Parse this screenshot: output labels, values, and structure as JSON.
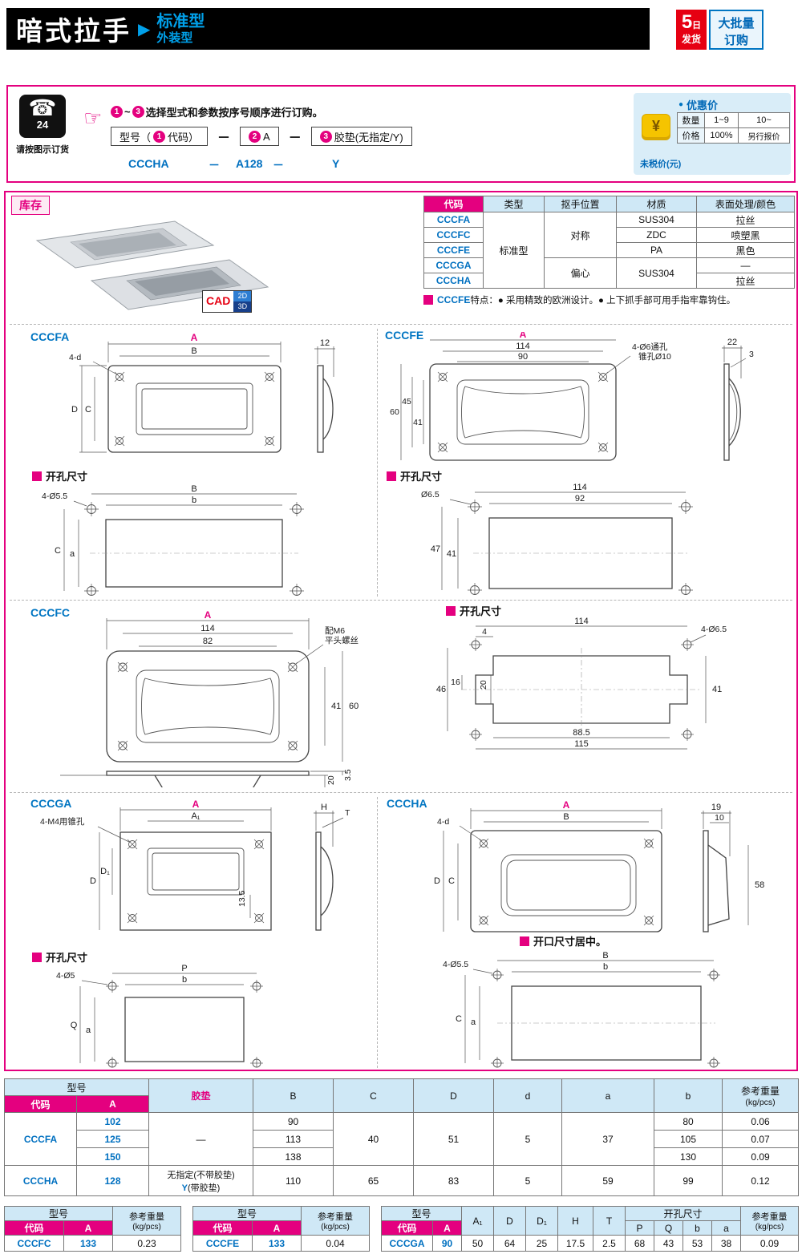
{
  "header": {
    "title": "暗式拉手",
    "arrow": "▶",
    "subtitle1": "标准型",
    "subtitle2": "外装型",
    "ship_num": "5",
    "ship_day": "日",
    "ship_text": "发货",
    "bulk_line1": "大批量",
    "bulk_line2": "订购"
  },
  "order": {
    "phone_glyph": "☎",
    "phone_24": "24",
    "phone_caption": "请按图示订货",
    "hand": "☞",
    "step_from": "1",
    "step_tilde": "~",
    "step_to": "3",
    "instruction": "选择型式和参数按序号顺序进行订购。",
    "fmt": {
      "model_pre": "型号（",
      "n1": "1",
      "model_post": "代码）",
      "dash1": "－",
      "n2": "2",
      "a_label": "A",
      "dash2": "－",
      "n3": "3",
      "pad_label": "胶垫(无指定/Y)"
    },
    "example": {
      "code": "CCCHA",
      "dash1": "－",
      "a": "A128",
      "dash2": "－",
      "pad": "Y"
    },
    "price": {
      "dot": "●",
      "title": "优惠价",
      "yen": "¥",
      "qty_label": "数量",
      "qty1": "1~9",
      "qty2": "10~",
      "price_label": "价格",
      "p1": "100%",
      "p2": "另行报价",
      "note": "未税价(元)"
    }
  },
  "stock": {
    "label": "库存",
    "cad": "CAD",
    "d2": "2D",
    "d3": "3D"
  },
  "spec": {
    "h_code": "代码",
    "h_type": "类型",
    "h_pos": "抠手位置",
    "h_mat": "材质",
    "h_finish": "表面处理/颜色",
    "code1": "CCCFA",
    "code2": "CCCFC",
    "code3": "CCCFE",
    "code4": "CCCGA",
    "code5": "CCCHA",
    "type": "标准型",
    "pos_sym": "对称",
    "pos_ecc": "偏心",
    "mat1": "SUS304",
    "mat2": "ZDC",
    "mat3": "PA",
    "mat4": "SUS304",
    "fin1": "拉丝",
    "fin2": "喷塑黑",
    "fin3": "黑色",
    "fin4": "—",
    "fin5": "拉丝",
    "note_code": "CCCFE",
    "note_text": "特点：● 采用精致的欧洲设计。● 上下抓手部可用手指牢靠钩住。"
  },
  "dw": {
    "hole_title": "开孔尺寸",
    "cccfa": {
      "title": "CCCFA",
      "A": "A",
      "B": "B",
      "d4": "4-d",
      "t": "12",
      "D": "D",
      "C": "C",
      "hB": "B",
      "hb": "b",
      "hd": "4-Ø5.5",
      "hC": "C",
      "ha": "a"
    },
    "cccfe": {
      "title": "CCCFE",
      "A": "A",
      "w114": "114",
      "w90": "90",
      "note1": "4-Ø6通孔",
      "note2": "锥孔Ø10",
      "t22": "22",
      "t3": "3",
      "v60": "60",
      "v45": "45",
      "v41": "41",
      "h114": "114",
      "h92": "92",
      "hd": "Ø6.5",
      "v47": "47",
      "hv41": "41"
    },
    "cccfc": {
      "title": "CCCFC",
      "A": "A",
      "w114": "114",
      "w82": "82",
      "screw1": "配M6",
      "screw2": "平头螺丝",
      "v41": "41",
      "v60": "60",
      "v20": "20",
      "v35": "3.5",
      "h114": "114",
      "h4": "4",
      "hd": "4-Ø6.5",
      "v46": "46",
      "v16": "16",
      "hv20": "20",
      "hv41": "41",
      "h885": "88.5",
      "h115": "115"
    },
    "cccga": {
      "title": "CCCGA",
      "A": "A",
      "A1": "A₁",
      "H": "H",
      "T": "T",
      "note": "4-M4用锥孔",
      "D": "D",
      "D1": "D₁",
      "v135": "13.5",
      "hP": "P",
      "hb": "b",
      "hd": "4-Ø5",
      "hQ": "Q",
      "ha": "a"
    },
    "cccha": {
      "title": "CCCHA",
      "A": "A",
      "B": "B",
      "d4": "4-d",
      "t19": "19",
      "t10": "10",
      "D": "D",
      "C": "C",
      "v58": "58",
      "center_note": "开口尺寸居中。",
      "hB": "B",
      "hb": "b",
      "hd": "4-Ø5.5",
      "hC": "C",
      "ha": "a"
    }
  },
  "main_table": {
    "h_model": "型号",
    "h_code": "代码",
    "h_A": "A",
    "h_pad": "胶垫",
    "h_B": "B",
    "h_C": "C",
    "h_D": "D",
    "h_d": "d",
    "h_a": "a",
    "h_b": "b",
    "h_w1": "参考重量",
    "h_w2": "(kg/pcs)",
    "fa_code": "CCCFA",
    "fa_pad": "—",
    "fa_C": "40",
    "fa_D": "51",
    "fa_d": "5",
    "fa_a": "37",
    "fa_A1": "102",
    "fa_B1": "90",
    "fa_b1": "80",
    "fa_w1": "0.06",
    "fa_A2": "125",
    "fa_B2": "113",
    "fa_b2": "105",
    "fa_w2": "0.07",
    "fa_A3": "150",
    "fa_B3": "138",
    "fa_b3": "130",
    "fa_w3": "0.09",
    "ha_code": "CCCHA",
    "ha_A": "128",
    "ha_pad1": "无指定(不带胶垫)",
    "ha_padY": "Y",
    "ha_pad2": "(带胶垫)",
    "ha_B": "110",
    "ha_C": "65",
    "ha_D": "83",
    "ha_d": "5",
    "ha_a": "59",
    "ha_b": "99",
    "ha_w": "0.12"
  },
  "t1": {
    "h_model": "型号",
    "h_code": "代码",
    "h_A": "A",
    "h_w1": "参考重量",
    "h_w2": "(kg/pcs)",
    "code": "CCCFC",
    "A": "133",
    "w": "0.23"
  },
  "t2": {
    "h_model": "型号",
    "h_code": "代码",
    "h_A": "A",
    "h_w1": "参考重量",
    "h_w2": "(kg/pcs)",
    "code": "CCCFE",
    "A": "133",
    "w": "0.04"
  },
  "t3": {
    "h_model": "型号",
    "h_code": "代码",
    "h_A": "A",
    "h_A1": "A₁",
    "h_D": "D",
    "h_D1": "D₁",
    "h_H": "H",
    "h_T": "T",
    "h_hole": "开孔尺寸",
    "h_P": "P",
    "h_Q": "Q",
    "h_b": "b",
    "h_a": "a",
    "h_w1": "参考重量",
    "h_w2": "(kg/pcs)",
    "code": "CCCGA",
    "A": "90",
    "A1": "50",
    "D": "64",
    "D1": "25",
    "H": "17.5",
    "T": "2.5",
    "P": "68",
    "Q": "43",
    "b": "53",
    "a": "38",
    "w": "0.09"
  }
}
